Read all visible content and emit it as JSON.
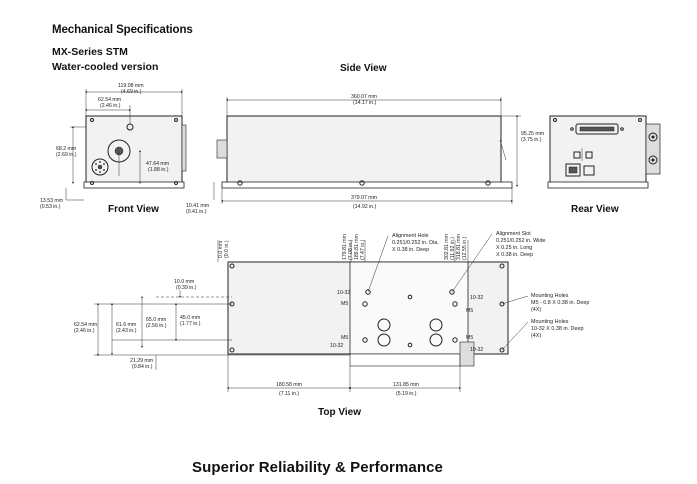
{
  "header": {
    "title": "Mechanical Specifications",
    "model": "MX-Series STM",
    "version": "Water-cooled version"
  },
  "views": {
    "side": "Side View",
    "front": "Front View",
    "rear": "Rear View",
    "top": "Top View"
  },
  "front_dims": {
    "width_mm": "119.08 mm",
    "width_in": "(4.69 in.)",
    "inner_mm": "62.54 mm",
    "inner_in": "(2.46 in.)",
    "height_mm": "68.2 mm",
    "height_in": "(2.69 in.)",
    "center_mm": "47.64 mm",
    "center_in": "(1.88 in.)",
    "base_mm": "13.53 mm",
    "base_in": "(0.53 in.)"
  },
  "side_dims": {
    "top_mm": "360.07 mm",
    "top_in": "(14.17 in.)",
    "height_mm": "95.25 mm",
    "height_in": "(3.75 in.)",
    "bottom_mm": "379.07 mm",
    "bottom_in": "(14.92 in.)",
    "foot_mm": "10.41 mm",
    "foot_in": "(0.41 in.)"
  },
  "top_dims": {
    "zero_mm": "0.0 mm",
    "zero_in": "(0.0 in.)",
    "d1_mm": "179.81 mm",
    "d1_in": "(7.08 in.)",
    "d2_mm": "189.81 mm",
    "d2_in": "(7.47 in.)",
    "d3_mm": "302.81 mm",
    "d3_in": "(11.92 in.)",
    "d4_mm": "318.81 mm",
    "d4_in": "(12.55 in.)",
    "off_mm": "10.0 mm",
    "off_in": "(0.39 in.)",
    "a_mm": "62.54 mm",
    "a_in": "(2.46 in.)",
    "b_mm": "61.6 mm",
    "b_in": "(2.43 in.)",
    "c_mm": "65.0 mm",
    "c_in": "(2.56 in.)",
    "e_mm": "45.0 mm",
    "e_in": "(1.77 in.)",
    "f_mm": "21.29 mm",
    "f_in": "(0.84 in.)",
    "g_mm": "180.58 mm",
    "g_in": "(7.11 in.)",
    "h_mm": "131.85 mm",
    "h_in": "(5.19 in.)",
    "thread1": "10-32",
    "thread2": "M5"
  },
  "callouts": {
    "align_hole": [
      "Alignment Hole",
      "0.251/0.252 in. Dia.",
      "X 0.38 in. Deep"
    ],
    "align_slot": [
      "Alignment Slot",
      "0.251/0.252 in. Wide",
      "X 0.25 in. Long",
      "X 0.38 in. Deep"
    ],
    "mount_m5": [
      "Mounting Holes",
      "M5 - 0.8 X 0.38 in. Deep",
      "(4X)"
    ],
    "mount_1032": [
      "Mounting Holes",
      "10-32 X 0.38 in. Deep",
      "(4X)"
    ]
  },
  "footer": "Superior Reliability & Performance"
}
